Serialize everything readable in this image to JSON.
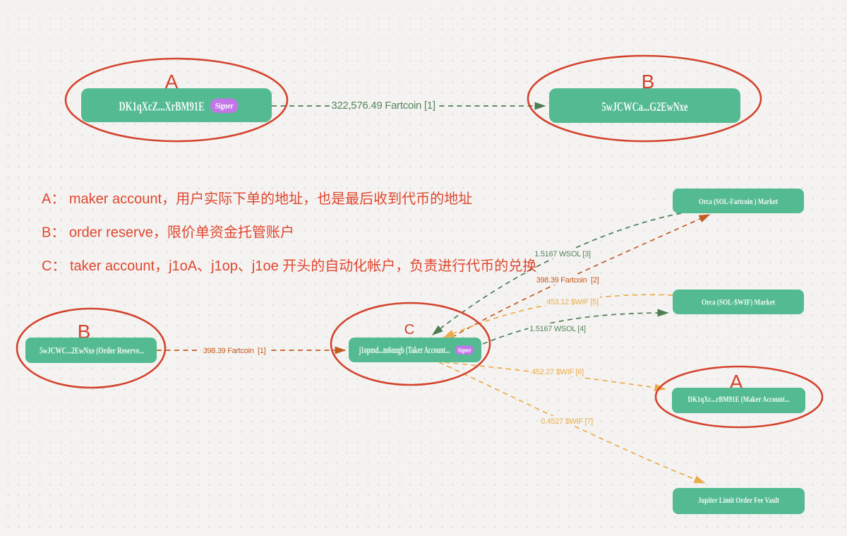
{
  "colors": {
    "background": "#f4f3f1",
    "grid_dot": "#deddd9",
    "node_fill": "#53ba92",
    "node_text": "#f2faf6",
    "badge_fill": "#c276e8",
    "badge_text": "#ffffff",
    "highlight_red": "#d4432e",
    "legend_red": "#e0462f",
    "green_flow": "#4c7d54",
    "green_label": "#55835c",
    "orange_flow": "#c35b22",
    "yellow_flow": "#ecab48"
  },
  "nodes": {
    "maker_top": {
      "label": "DK1qXcZ...XrBM91E",
      "badge": "Signer"
    },
    "reserve_top": {
      "label": "5wJCWCa...G2EwNxe"
    },
    "reserve_left": {
      "label": "5wJCWC...2EwNxe (Order Reserve..."
    },
    "taker_center": {
      "label": "j1opmd...m6nngb (Taker Account...",
      "badge": "Signer"
    },
    "orca_fartcoin": {
      "label": "Orca (SOL-Fartcoin ) Market"
    },
    "orca_wif": {
      "label": "Orca (SOL-$WIF) Market"
    },
    "maker_right": {
      "label": "DK1qXc...rBM91E (Maker Account..."
    },
    "fee_vault": {
      "label": "Jupiter Limit Order Fee Vault"
    }
  },
  "circle_letters": {
    "top_a": "A",
    "top_b": "B",
    "left_b": "B",
    "center_c": "C",
    "right_a": "A"
  },
  "edges": {
    "e1": {
      "label": "322,576.49 Fartcoin [1]"
    },
    "e2": {
      "label": "398.39 Fartcoin  [1]"
    },
    "e3": {
      "label": "398.39 Fartcoin  [2]"
    },
    "e4": {
      "label": "1.5167 WSOL [3]"
    },
    "e5": {
      "label": "1.5167 WSOL [4]"
    },
    "e6": {
      "label": "453.12 $WIF [5]"
    },
    "e7": {
      "label": "452.27 $WIF [6]"
    },
    "e8": {
      "label": "0.4527 $WIF [7]"
    }
  },
  "legend": {
    "a": "A：  maker account，用户实际下单的地址，也是最后收到代币的地址",
    "b": "B：  order reserve，限价单资金托管账户",
    "c": "C：  taker account，j1oA、j1op、j1oe 开头的自动化帐户，负责进行代币的兑换"
  }
}
